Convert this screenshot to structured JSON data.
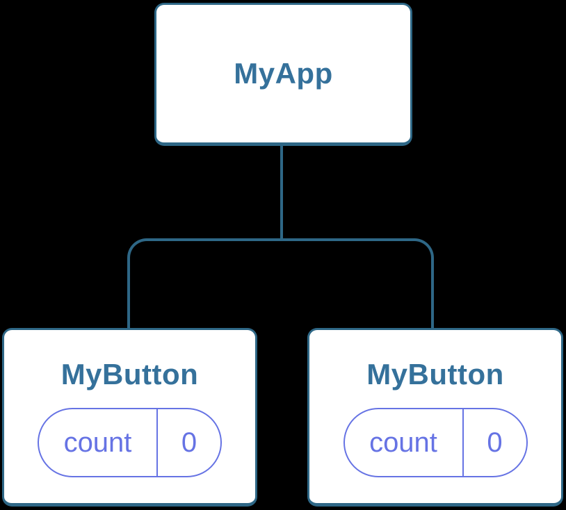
{
  "diagram": {
    "root": {
      "label": "MyApp"
    },
    "children": [
      {
        "label": "MyButton",
        "state": {
          "name": "count",
          "value": "0"
        }
      },
      {
        "label": "MyButton",
        "state": {
          "name": "count",
          "value": "0"
        }
      }
    ]
  },
  "colors": {
    "background": "#000000",
    "node_fill": "#ffffff",
    "node_stroke": "#2e6786",
    "title_text": "#35719b",
    "state_accent": "#6673e4"
  }
}
